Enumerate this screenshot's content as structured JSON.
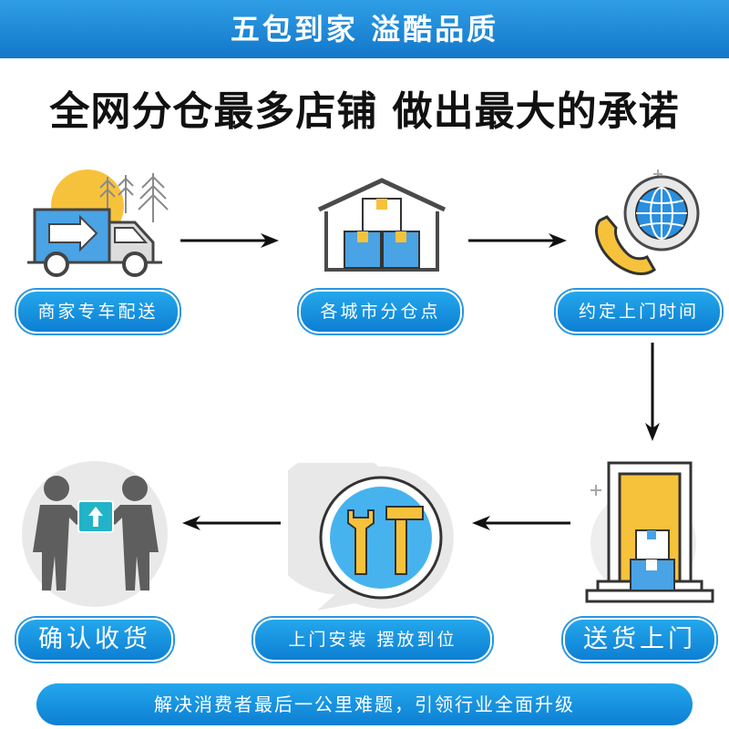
{
  "banner": {
    "title": "五包到家 溢酷品质"
  },
  "headline": "全网分仓最多店铺 做出最大的承诺",
  "steps": [
    {
      "label": "商家专车配送",
      "icon": "delivery-truck-icon"
    },
    {
      "label": "各城市分仓点",
      "icon": "warehouse-icon"
    },
    {
      "label": "约定上门时间",
      "icon": "phone-globe-icon"
    },
    {
      "label": "送货上门",
      "icon": "door-delivery-icon"
    },
    {
      "label": "上门安装 摆放到位",
      "icon": "tools-installation-icon"
    },
    {
      "label": "确认收货",
      "icon": "handover-package-icon"
    }
  ],
  "footer": "解决消费者最后一公里难题，引领行业全面升级",
  "colors": {
    "primary": "#1a8ae0",
    "accent": "#f7c23b",
    "gray": "#5e5e5e"
  }
}
